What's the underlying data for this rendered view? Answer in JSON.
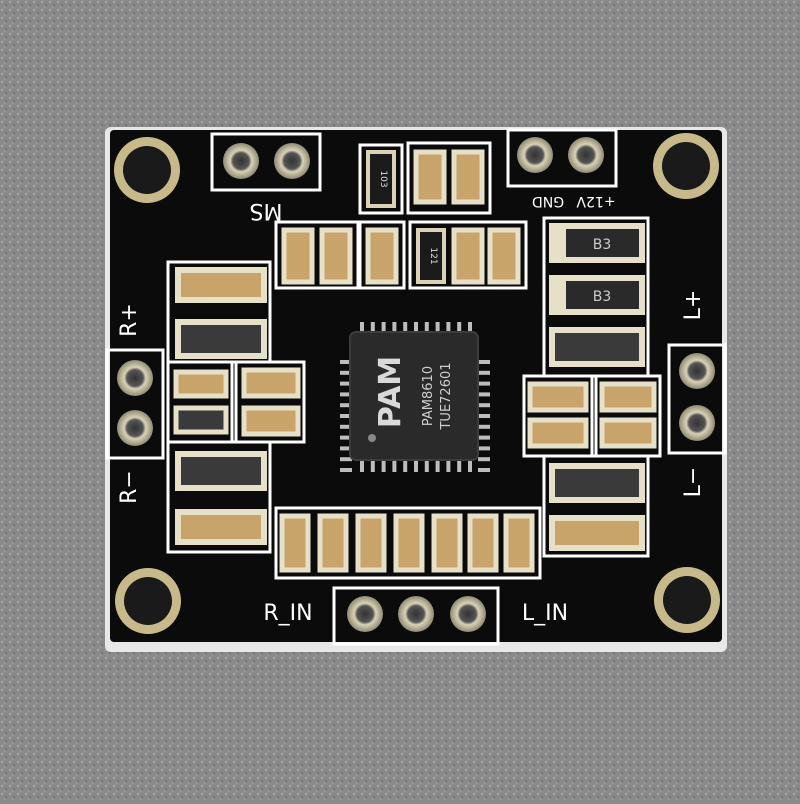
{
  "board": {
    "chip_logo": "PAM",
    "chip_part": "PAM8610",
    "chip_lot": "TUE72601",
    "labels": {
      "ms": "MS",
      "gnd": "GND",
      "vcc": "+12V",
      "r_plus": "R+",
      "r_minus": "R−",
      "l_plus": "L+",
      "l_minus": "L−",
      "r_in": "R_IN",
      "l_in": "L_IN"
    },
    "diode_marks": [
      "B3",
      "B3"
    ],
    "resistor_marks": [
      "103",
      "121"
    ]
  },
  "colors": {
    "background_fabric": "#8a8a8a",
    "pcb": "#0b0b0b",
    "silkscreen": "#ffffff",
    "pad_gold": "#c8b98a",
    "chip_body": "#2a2a2a",
    "component_tan": "#c9a46a"
  }
}
